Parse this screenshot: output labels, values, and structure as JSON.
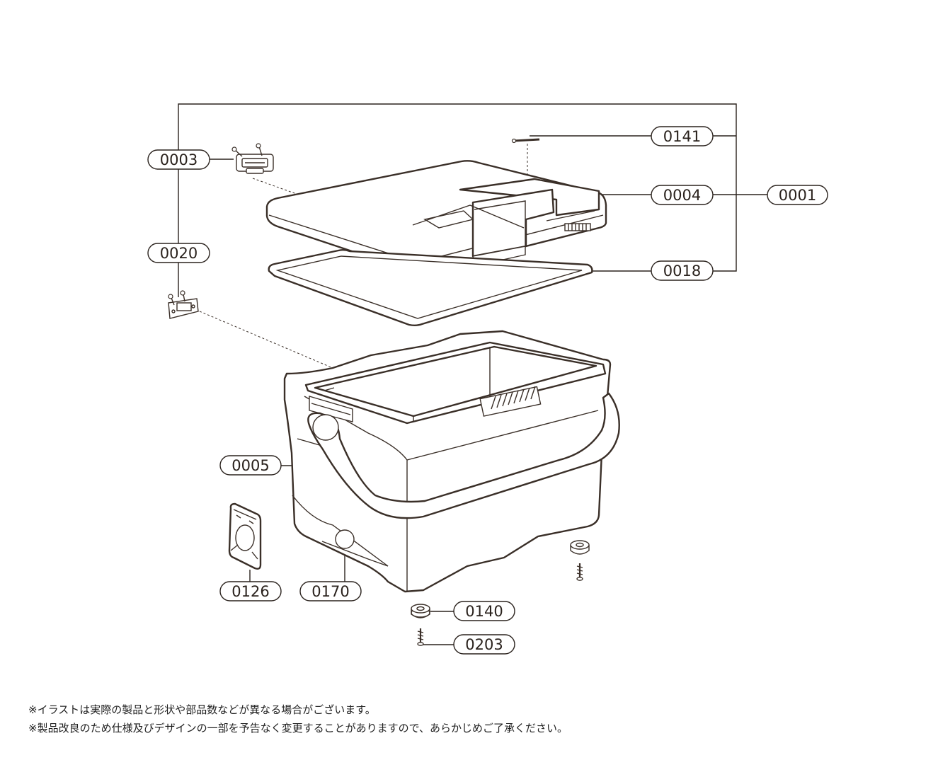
{
  "labels": {
    "p0001": "0001",
    "p0003": "0003",
    "p0004": "0004",
    "p0005": "0005",
    "p0018": "0018",
    "p0020": "0020",
    "p0126": "0126",
    "p0140": "0140",
    "p0141": "0141",
    "p0170": "0170",
    "p0203": "0203"
  },
  "notes": {
    "line1": "※イラストは実際の製品と形状や部品数などが異なる場合がございます。",
    "line2": "※製品改良のため仕様及びデザインの一部を予告なく変更することがありますので、あらかじめご了承ください。"
  },
  "colors": {
    "line": "#3a2f28",
    "text": "#2a221d",
    "background": "#ffffff"
  }
}
